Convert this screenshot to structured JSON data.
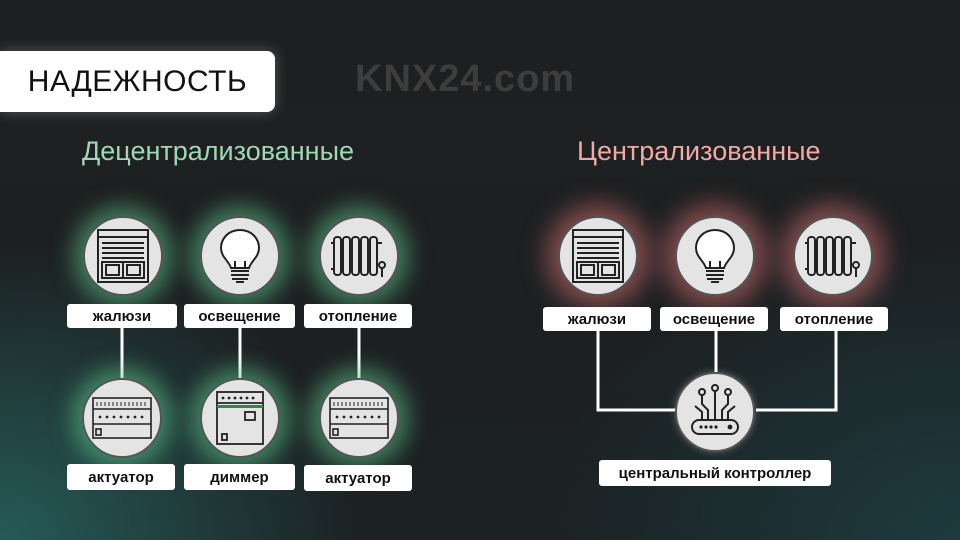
{
  "title": "НАДЕЖНОСТЬ",
  "watermark": "KNX24.com",
  "left": {
    "heading": "Децентрализованные",
    "devices": [
      "жалюзи",
      "освещение",
      "отопление"
    ],
    "actuators": [
      "актуатор",
      "диммер",
      "актуатор"
    ]
  },
  "right": {
    "heading": "Централизованные",
    "devices": [
      "жалюзи",
      "освещение",
      "отопление"
    ],
    "controller": "центральный контроллер"
  },
  "icons": {
    "blinds": "blinds-icon",
    "bulb": "light-bulb-icon",
    "radiator": "radiator-icon",
    "actuator": "din-actuator-icon",
    "dimmer": "din-dimmer-icon",
    "controller": "router-controller-icon"
  },
  "colors": {
    "heading_left": "#9fd8b4",
    "heading_right": "#f0aaa6",
    "glow_left": "#5fc88c",
    "glow_right": "#e67878"
  }
}
